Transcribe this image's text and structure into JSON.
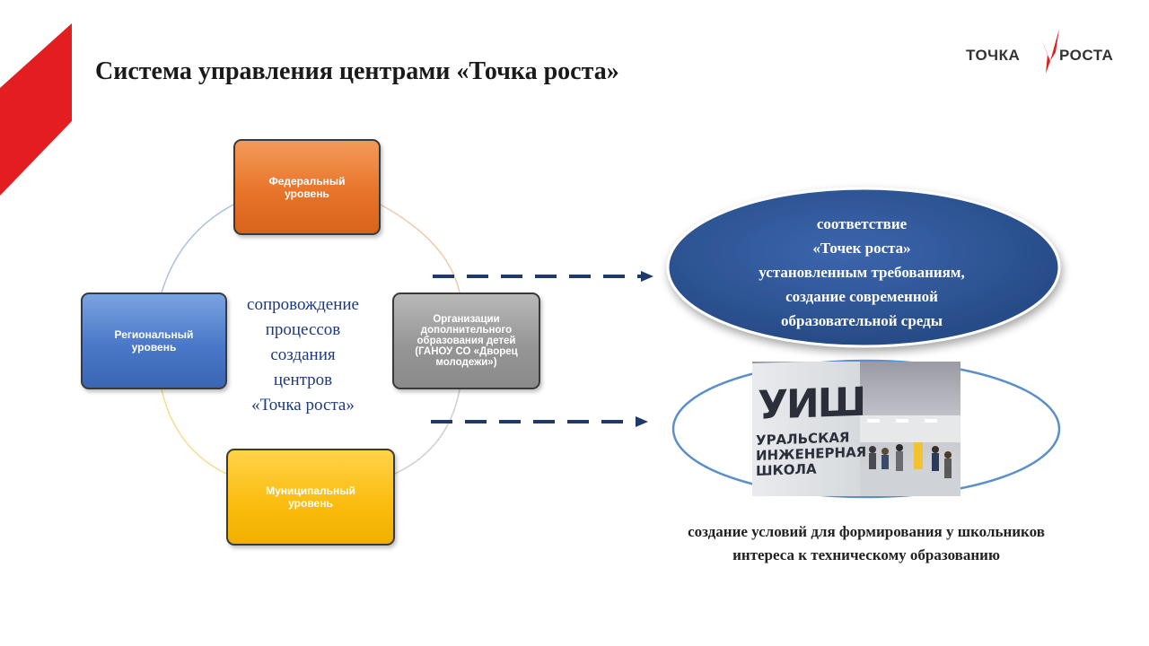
{
  "title": "Система управления центрами «Точка роста»",
  "logo": {
    "left_text": "ТОЧКА",
    "right_text": "РОСТА"
  },
  "diagram": {
    "nodes": {
      "federal": "Федеральный\nуровень",
      "regional": "Региональный\nуровень",
      "organizations": "Организации\nдополнительного\nобразования детей\n(ГАНОУ СО «Дворец\nмолодежи»)",
      "municipal": "Муниципальный\nуровень"
    },
    "center_text": "сопровождение\nпроцессов\nсоздания\nцентров\n«Точка роста»"
  },
  "results": {
    "requirements": "соответствие\n«Точек роста»\nустановленным требованиям,\nсоздание современной\nобразовательной среды",
    "photo_sign": {
      "big": "УИШ",
      "lines": "УРАЛЬСКАЯ\nИНЖЕНЕРНАЯ\nШКОЛА"
    },
    "caption": "создание условий для формирования у школьников\nинтереса к техническому образованию"
  },
  "colors": {
    "federal": "#e8742a",
    "regional": "#4a78c8",
    "organizations": "#969696",
    "municipal": "#fbbd10",
    "ellipse_blue": "#2d5496",
    "arrow": "#1f3a6a",
    "accent_red": "#e41e20"
  }
}
